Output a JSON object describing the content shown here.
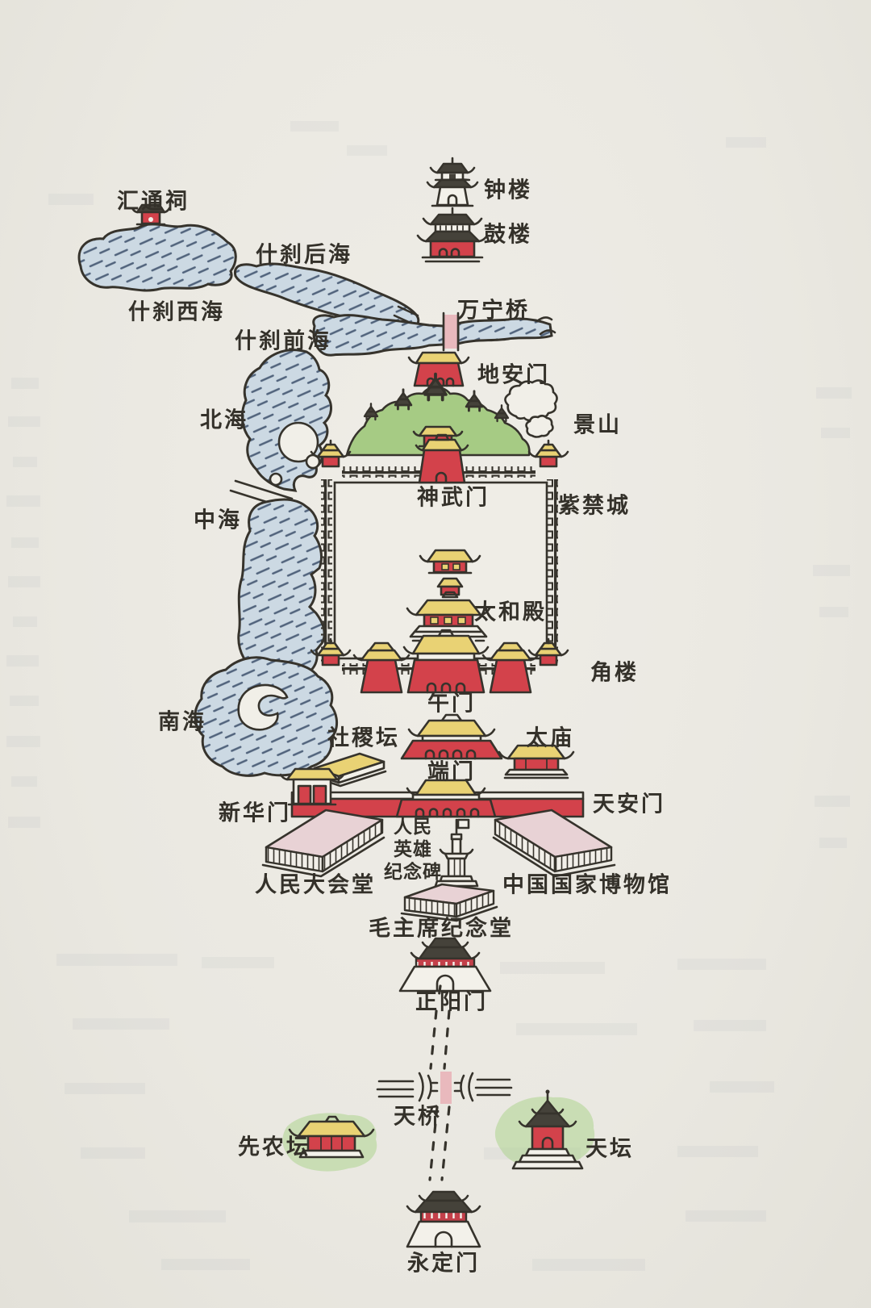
{
  "map": {
    "palette": {
      "paper": "#eae8e1",
      "ink": "#36332c",
      "building_red": "#d3424b",
      "roof_yellow": "#e9d274",
      "roof_dark": "#45423a",
      "water_fill": "#ccd9e3",
      "water_stroke": "#51637c",
      "hill_green": "#a6cb84",
      "modern_building_pink": "#e8d2d5",
      "bridge_pink": "#e9b9bd"
    },
    "labels": [
      {
        "id": "zhonglou",
        "text": "钟楼"
      },
      {
        "id": "gulou",
        "text": "鼓楼"
      },
      {
        "id": "huitongci",
        "text": "汇通祠"
      },
      {
        "id": "shichahouhai",
        "text": "什刹后海"
      },
      {
        "id": "shichaxihai",
        "text": "什刹西海"
      },
      {
        "id": "shichaqianhai",
        "text": "什刹前海"
      },
      {
        "id": "wanningqiao",
        "text": "万宁桥"
      },
      {
        "id": "dianmen",
        "text": "地安门"
      },
      {
        "id": "beihai",
        "text": "北海"
      },
      {
        "id": "jingshan",
        "text": "景山"
      },
      {
        "id": "shenwumen",
        "text": "神武门"
      },
      {
        "id": "zijincheng",
        "text": "紫禁城"
      },
      {
        "id": "zhonghai",
        "text": "中海"
      },
      {
        "id": "taihedian",
        "text": "太和殿"
      },
      {
        "id": "jiaolou",
        "text": "角楼"
      },
      {
        "id": "wumen",
        "text": "午门"
      },
      {
        "id": "nanhai",
        "text": "南海"
      },
      {
        "id": "shejitan",
        "text": "社稷坛"
      },
      {
        "id": "taimiao",
        "text": "太庙"
      },
      {
        "id": "duanmen",
        "text": "端门"
      },
      {
        "id": "tiananmen",
        "text": "天安门"
      },
      {
        "id": "xinhuamen",
        "text": "新华门"
      },
      {
        "id": "renmin-yingxiong-jinianbei",
        "text": "人民\n英雄\n纪念碑"
      },
      {
        "id": "renmindahuitang",
        "text": "人民大会堂"
      },
      {
        "id": "guojiabowuguan",
        "text": "中国国家博物馆"
      },
      {
        "id": "maozhuxijiniantang",
        "text": "毛主席纪念堂"
      },
      {
        "id": "zhengyangmen",
        "text": "正阳门"
      },
      {
        "id": "tianqiao",
        "text": "天桥"
      },
      {
        "id": "xiannongtan",
        "text": "先农坛"
      },
      {
        "id": "tiantan",
        "text": "天坛"
      },
      {
        "id": "yongdingmen",
        "text": "永定门"
      }
    ]
  }
}
